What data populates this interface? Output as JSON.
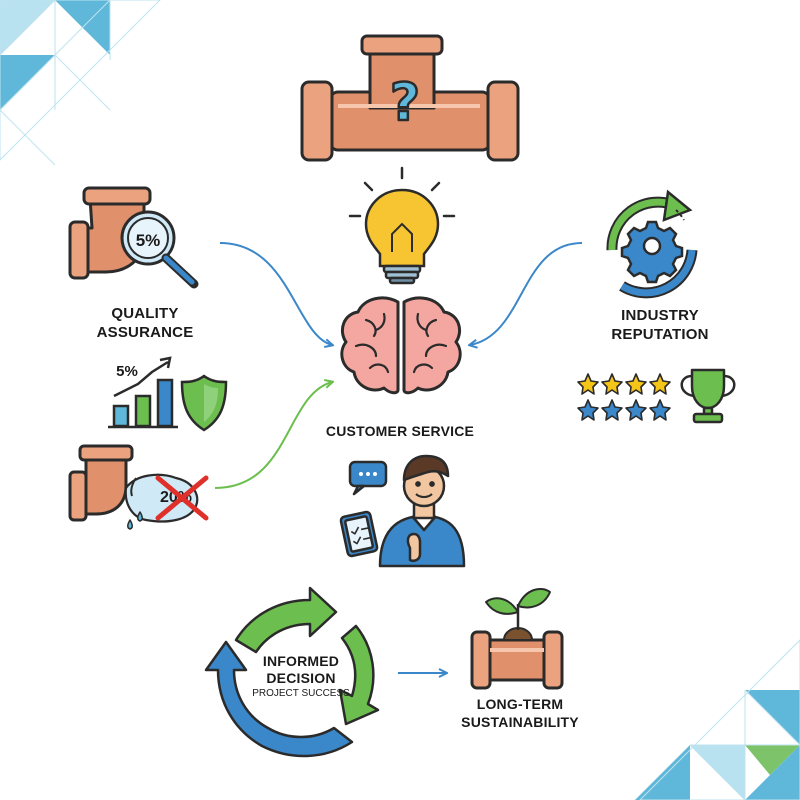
{
  "labels": {
    "quality_assurance": [
      "QUALITY",
      "ASSURANCE"
    ],
    "industry_reputation": [
      "INDUSTRY",
      "REPUTATION"
    ],
    "customer_service": "CUSTOMER SERVICE",
    "informed_decision": [
      "INFORMED",
      "DECISION"
    ],
    "project_success": "PROJECT SUCCESS",
    "long_term": [
      "LONG-TERM",
      "SUSTAINABILITY"
    ]
  },
  "figures": {
    "magnifier_percent": "5%",
    "chart_percent": "5%",
    "leak_percent": "20%"
  },
  "icons": [
    "pipe-tee-question-icon",
    "lightbulb-icon",
    "pipe-elbow-magnifier-icon",
    "gear-cycle-icon",
    "brain-icon",
    "bar-chart-arrow-icon",
    "shield-icon",
    "stars-rating-icon",
    "trophy-icon",
    "leaking-pipe-icon",
    "customer-agent-icon",
    "cycle-arrows-icon",
    "pipe-sprout-icon"
  ],
  "colors": {
    "copper": "#e0906a",
    "outline": "#2b2b2b",
    "blue": "#3a87c9",
    "green": "#6cbf4e",
    "gold": "#f5c518",
    "teal": "#5fb7d9",
    "red": "#e0302a",
    "pink": "#f4a7a0"
  }
}
